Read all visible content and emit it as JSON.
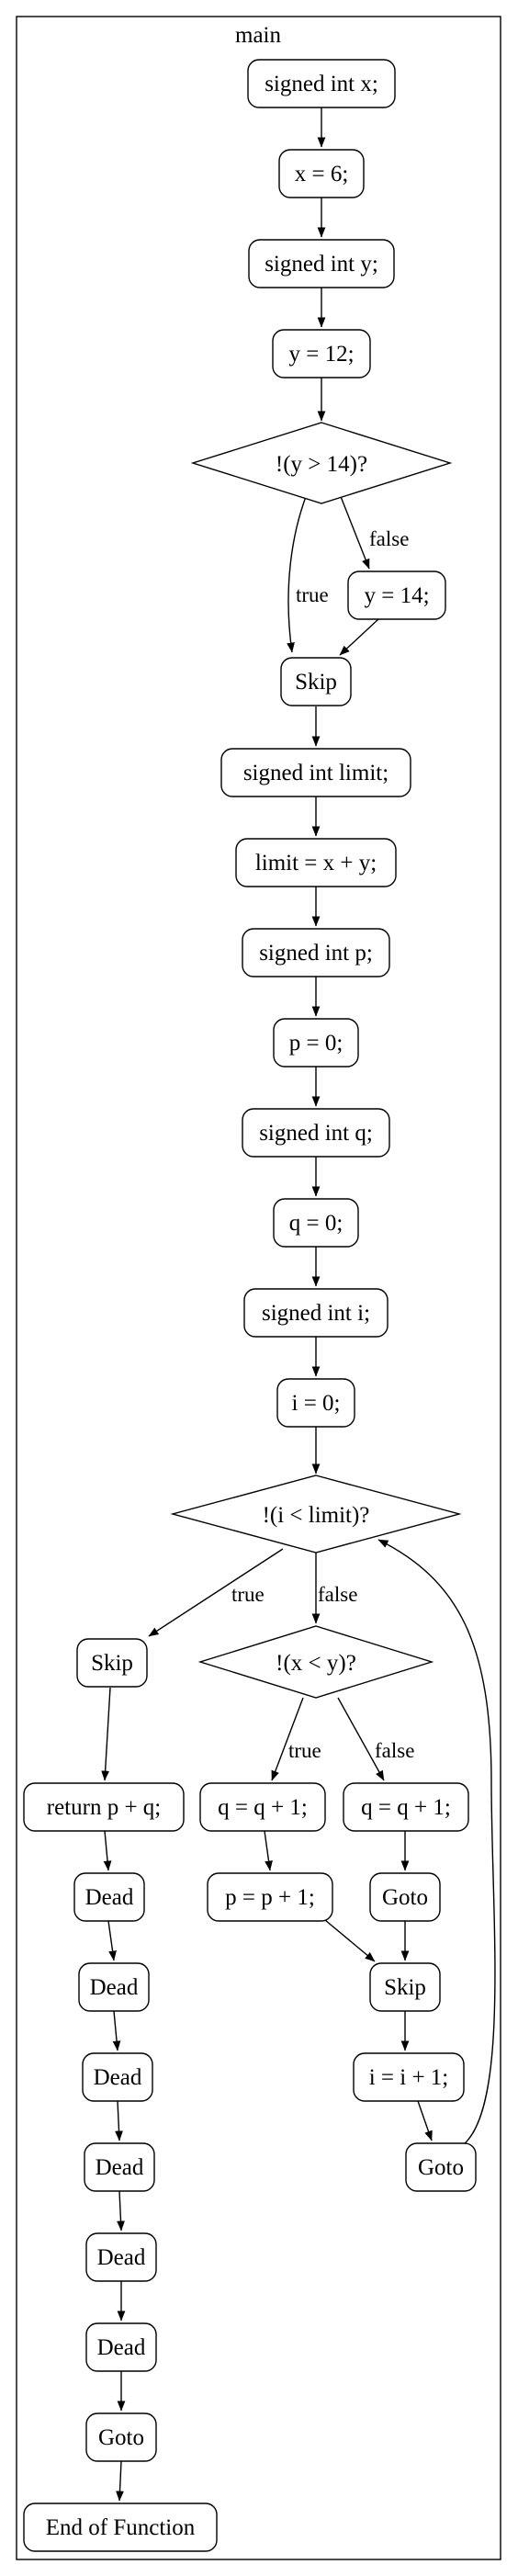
{
  "cluster_label": "main",
  "nodes": {
    "n_decl_x": "signed int x;",
    "n_x_assign": "x = 6;",
    "n_decl_y": "signed int y;",
    "n_y_assign": "y = 12;",
    "n_cond_y": "!(y > 14)?",
    "n_y14": "y = 14;",
    "n_skip1": "Skip",
    "n_decl_limit": "signed int limit;",
    "n_limit_assign": "limit = x + y;",
    "n_decl_p": "signed int p;",
    "n_p0": "p = 0;",
    "n_decl_q": "signed int q;",
    "n_q0": "q = 0;",
    "n_decl_i": "signed int i;",
    "n_i0": "i = 0;",
    "n_cond_i": "!(i < limit)?",
    "n_skip2": "Skip",
    "n_cond_xy": "!(x < y)?",
    "n_return": "return p + q;",
    "n_q_inc_true": "q = q + 1;",
    "n_q_inc_false": "q = q + 1;",
    "n_p_inc": "p = p + 1;",
    "n_goto_inner": "Goto",
    "n_skip3": "Skip",
    "n_i_inc": "i = i + 1;",
    "n_goto_loop": "Goto",
    "n_dead1": "Dead",
    "n_dead2": "Dead",
    "n_dead3": "Dead",
    "n_dead4": "Dead",
    "n_dead5": "Dead",
    "n_dead6": "Dead",
    "n_goto_end": "Goto",
    "n_end": "End of Function"
  },
  "edge_labels": {
    "y_true": "true",
    "y_false": "false",
    "i_true": "true",
    "i_false": "false",
    "xy_true": "true",
    "xy_false": "false"
  }
}
